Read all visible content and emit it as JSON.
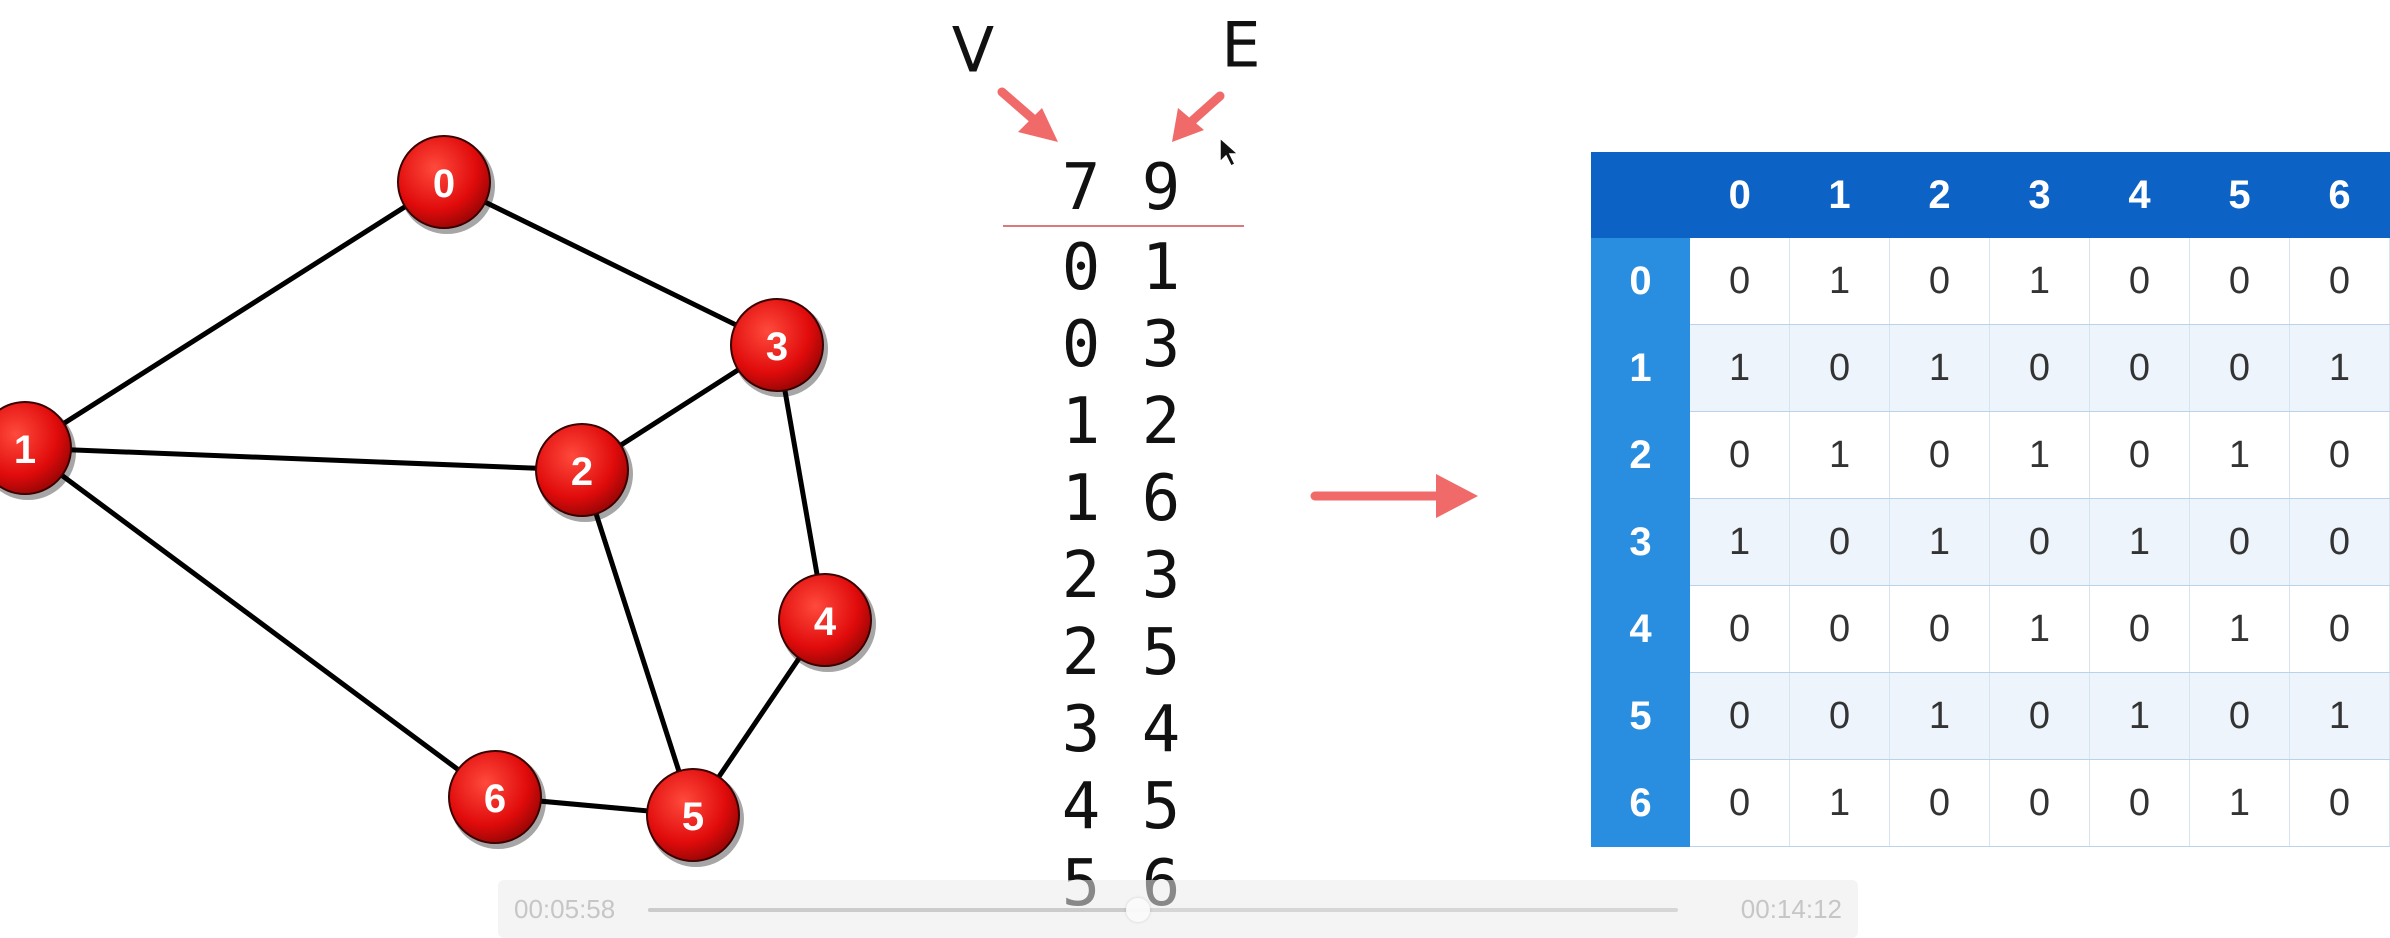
{
  "graph": {
    "nodes": [
      "0",
      "1",
      "2",
      "3",
      "4",
      "5",
      "6"
    ],
    "edges": [
      [
        "0",
        "1"
      ],
      [
        "0",
        "3"
      ],
      [
        "1",
        "2"
      ],
      [
        "1",
        "6"
      ],
      [
        "2",
        "3"
      ],
      [
        "2",
        "5"
      ],
      [
        "3",
        "4"
      ],
      [
        "4",
        "5"
      ],
      [
        "5",
        "6"
      ]
    ],
    "node_color": "#e00b0b",
    "edge_color": "#000000"
  },
  "edge_list": {
    "header_v_label": "V",
    "header_e_label": "E",
    "header": [
      "7",
      "9"
    ],
    "rows": [
      [
        "0",
        "1"
      ],
      [
        "0",
        "3"
      ],
      [
        "1",
        "2"
      ],
      [
        "1",
        "6"
      ],
      [
        "2",
        "3"
      ],
      [
        "2",
        "5"
      ],
      [
        "3",
        "4"
      ],
      [
        "4",
        "5"
      ],
      [
        "5",
        "6"
      ]
    ],
    "annotation_color": "#f06a6a"
  },
  "matrix": {
    "columns": [
      "0",
      "1",
      "2",
      "3",
      "4",
      "5",
      "6"
    ],
    "rows": [
      {
        "label": "0",
        "cells": [
          "0",
          "1",
          "0",
          "1",
          "0",
          "0",
          "0"
        ]
      },
      {
        "label": "1",
        "cells": [
          "1",
          "0",
          "1",
          "0",
          "0",
          "0",
          "1"
        ]
      },
      {
        "label": "2",
        "cells": [
          "0",
          "1",
          "0",
          "1",
          "0",
          "1",
          "0"
        ]
      },
      {
        "label": "3",
        "cells": [
          "1",
          "0",
          "1",
          "0",
          "1",
          "0",
          "0"
        ]
      },
      {
        "label": "4",
        "cells": [
          "0",
          "0",
          "0",
          "1",
          "0",
          "1",
          "0"
        ]
      },
      {
        "label": "5",
        "cells": [
          "0",
          "0",
          "1",
          "0",
          "1",
          "0",
          "1"
        ]
      },
      {
        "label": "6",
        "cells": [
          "0",
          "1",
          "0",
          "0",
          "0",
          "1",
          "0"
        ]
      }
    ],
    "header_color": "#0d62c5",
    "row_header_color": "#2a8ee0"
  },
  "player": {
    "elapsed": "00:05:58",
    "total": "00:14:12",
    "progress": 0.476
  }
}
